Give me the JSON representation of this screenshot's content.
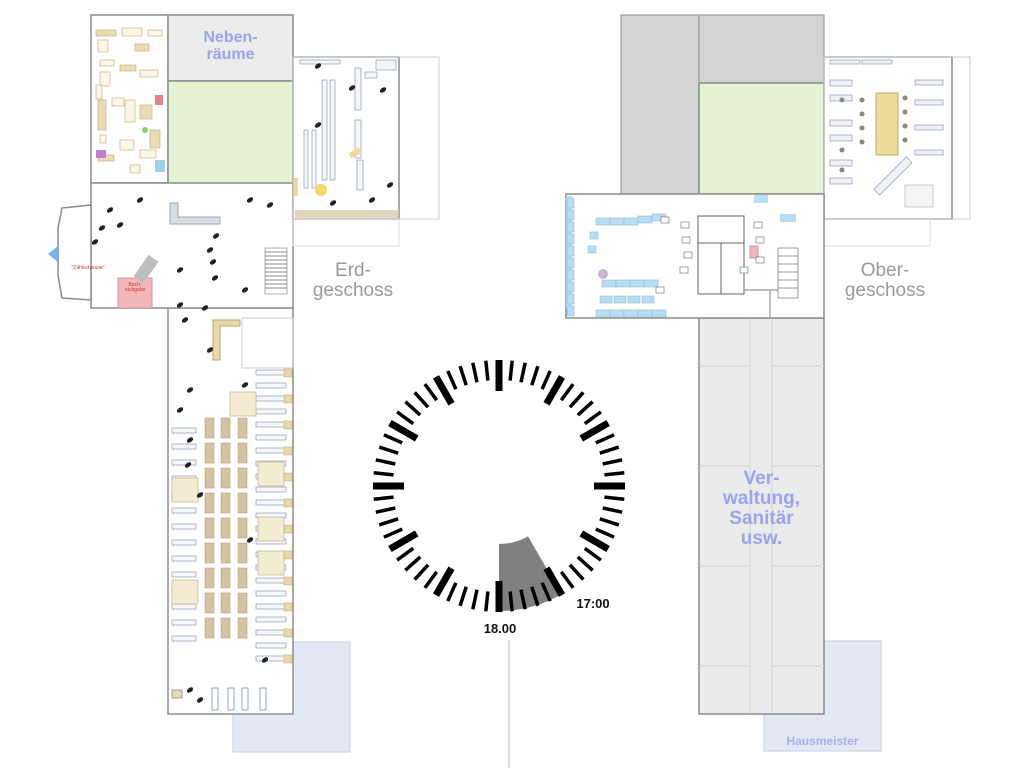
{
  "labels": {
    "nebenraeume": "Neben-\nräume",
    "erdgeschoss": "Erd-\ngeschoss",
    "obergeschoss": "Ober-\ngeschoss",
    "verwaltung": "Ver-\nwaltung,\nSanitär\nusw.",
    "hausmeister": "Hausmeister",
    "time_1800": "18.00",
    "time_1700": "17:00",
    "entrance_note": "\"Zählschleuse\"",
    "room_note": "Buch-\nrückgabe"
  },
  "clock": {
    "highlight_start": "17:00",
    "highlight_end": "18:00",
    "minor_ticks": 60,
    "major_ticks": 12
  },
  "colors": {
    "courtyard_green": "#e4f3d3",
    "admin_gray": "#ebebeb",
    "dark_gray": "#d4d4d4",
    "annex_blue": "#e3e9f4",
    "shelf_tan": "#d4c3a2",
    "label_blue": "#9aa4ee",
    "seat_blue": "#b9def4",
    "return_pink": "#f3b7b9"
  }
}
